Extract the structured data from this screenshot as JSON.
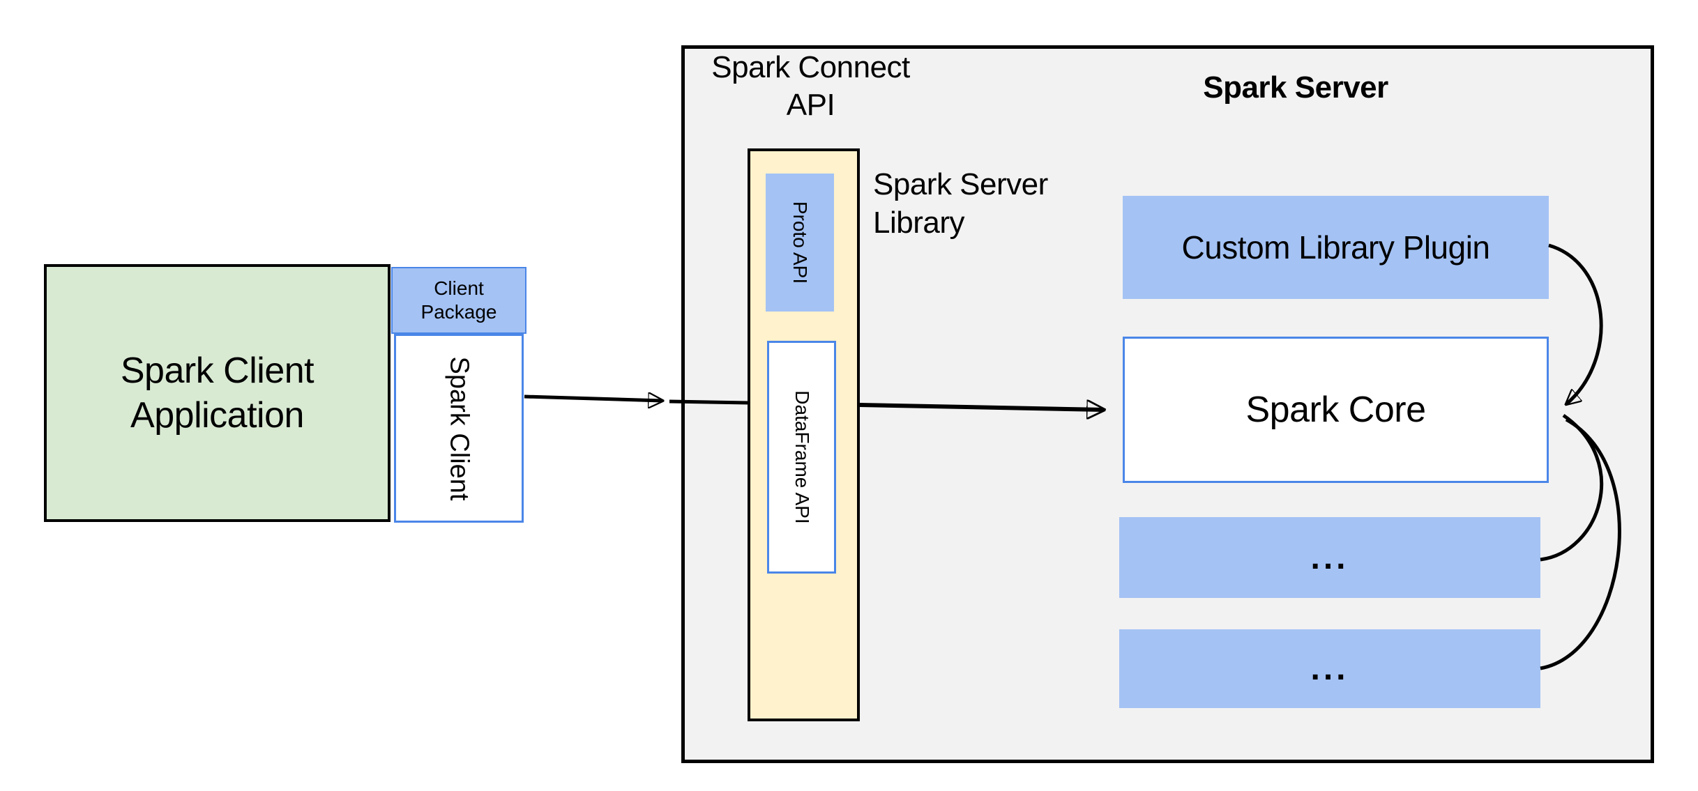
{
  "colors": {
    "panel_gray": "#f2f2f2",
    "green_fill": "#d9ead3",
    "blue_fill": "#a4c2f4",
    "blue_border": "#4a86e8",
    "yellow_fill": "#fff2cc",
    "line_black": "#000000",
    "page_bg": "#ffffff"
  },
  "labels": {
    "spark_connect_api": "Spark Connect\nAPI",
    "spark_server": "Spark Server",
    "spark_server_library": "Spark Server\nLibrary"
  },
  "nodes": {
    "client_application": "Spark Client\nApplication",
    "client_package": "Client\nPackage",
    "spark_client": "Spark Client",
    "proto_api": "Proto  API",
    "dataframe_api": "DataFrame API",
    "custom_library_plugin": "Custom Library Plugin",
    "spark_core": "Spark Core",
    "extension_slot_1": "...",
    "extension_slot_2": "..."
  }
}
